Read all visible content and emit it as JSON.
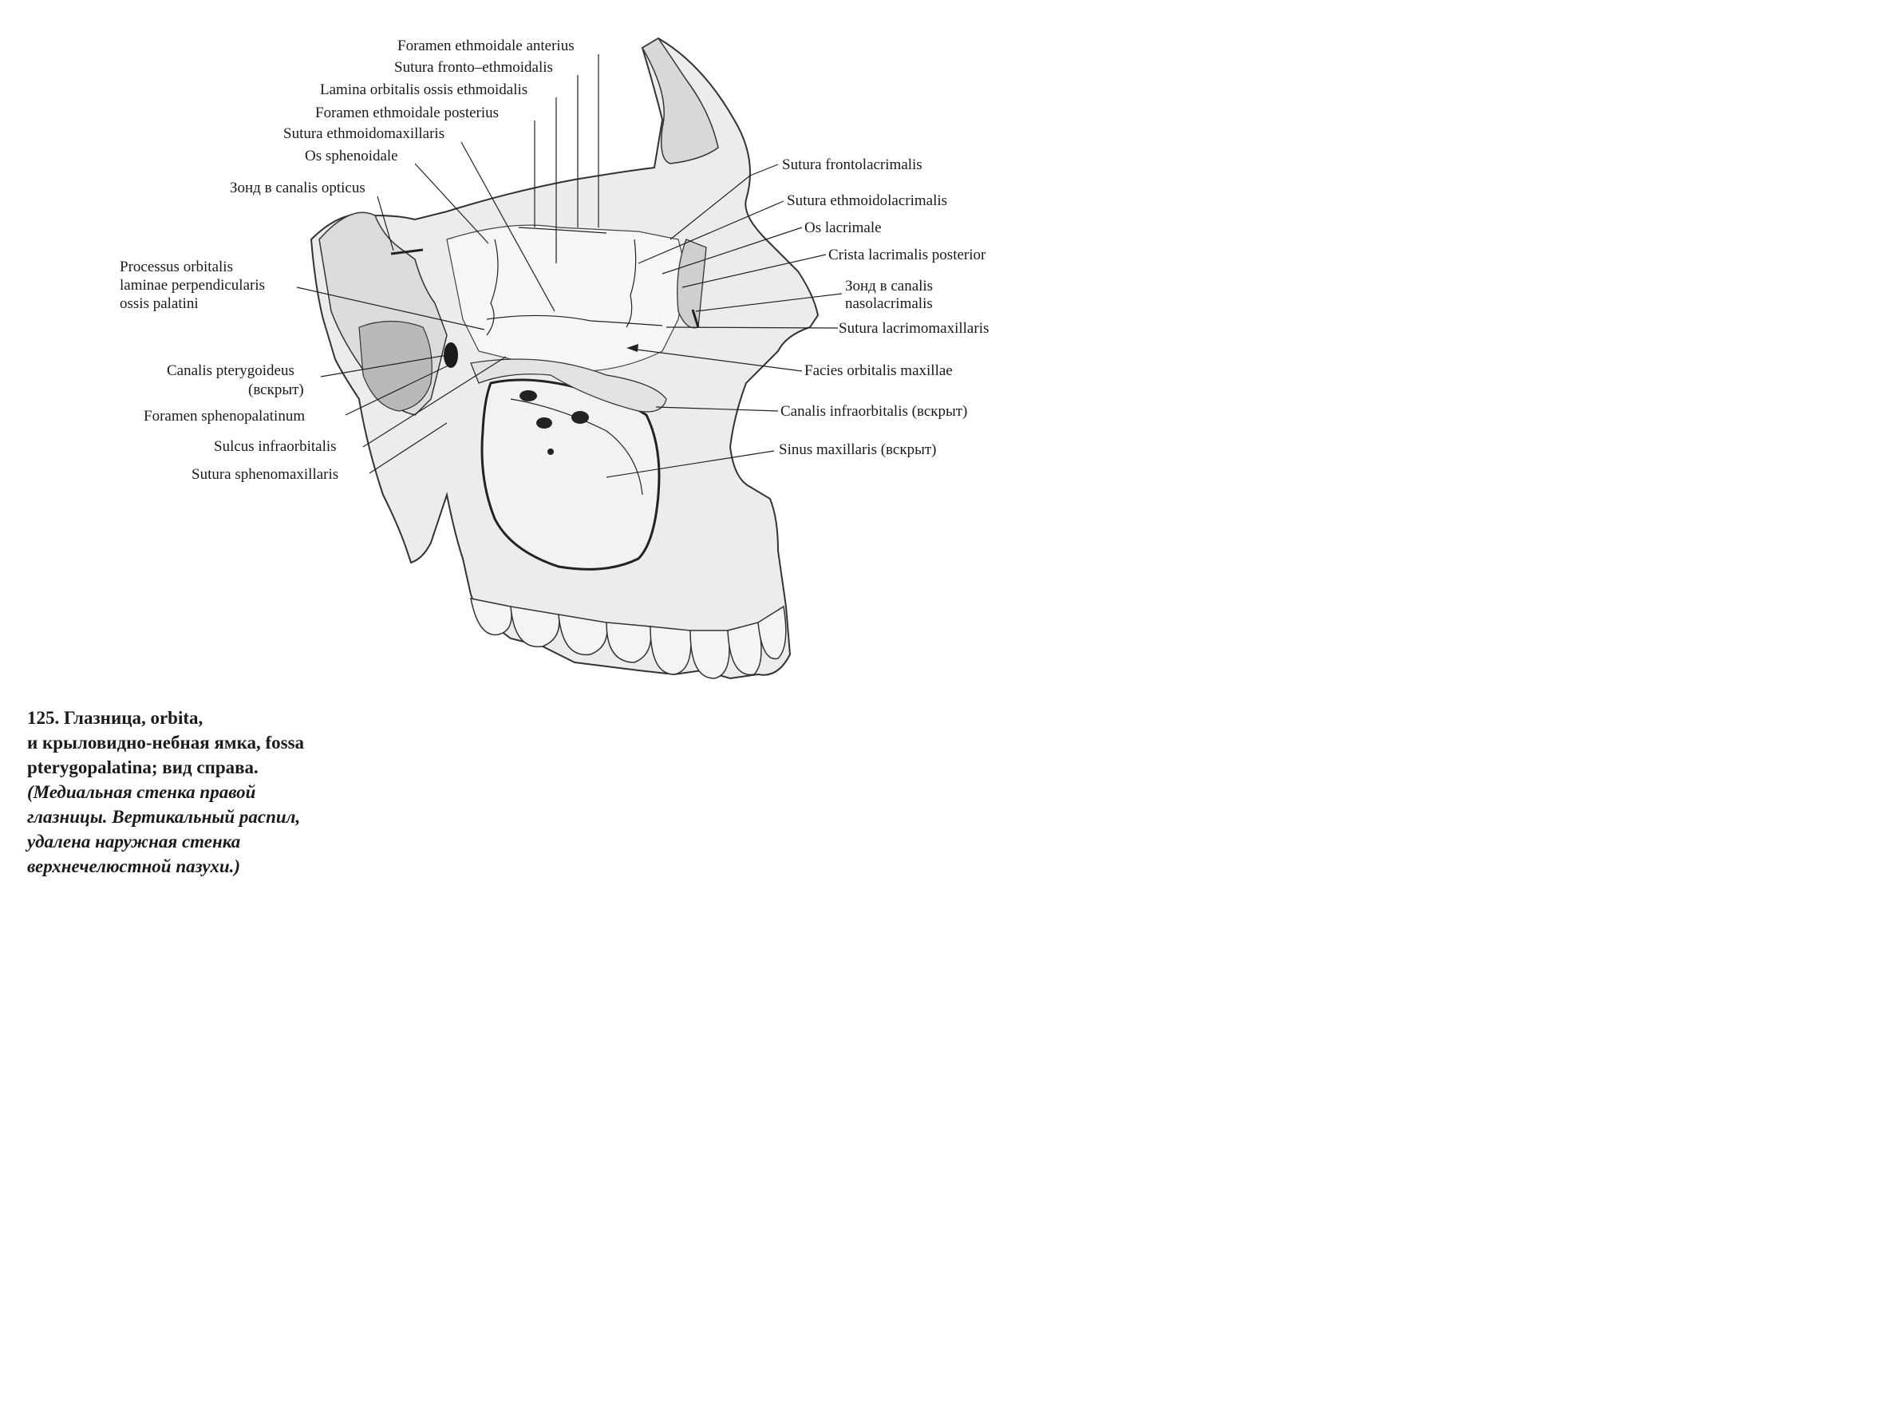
{
  "labels": {
    "foramen_ethmoidale_anterius": "Foramen ethmoidale anterius",
    "sutura_fronto_ethmoidalis": "Sutura fronto–ethmoidalis",
    "lamina_orbitalis": "Lamina orbitalis ossis ethmoidalis",
    "foramen_ethmoidale_posterius": "Foramen ethmoidale posterius",
    "sutura_ethmoidomaxillaris": "Sutura ethmoidomaxillaris",
    "os_sphenoidale": "Os sphenoidale",
    "zond_opticus": "Зонд в canalis opticus",
    "processus_orbitalis_1": "Processus orbitalis",
    "processus_orbitalis_2": "laminae perpendicularis",
    "processus_orbitalis_3": "ossis palatini",
    "canalis_pterygoideus_1": "Canalis pterygoideus",
    "canalis_pterygoideus_2": "(вскрыт)",
    "foramen_sphenopalatinum": "Foramen sphenopalatinum",
    "sulcus_infraorbitalis": "Sulcus infraorbitalis",
    "sutura_sphenomaxillaris": "Sutura sphenomaxillaris",
    "sutura_frontolacrimalis": "Sutura frontolacrimalis",
    "sutura_ethmoidolacrimalis": "Sutura ethmoidolacrimalis",
    "os_lacrimale": "Os lacrimale",
    "crista_lacrimalis_posterior": "Crista lacrimalis posterior",
    "zond_nasolacrimalis_1": "Зонд в canalis",
    "zond_nasolacrimalis_2": "nasolacrimalis",
    "sutura_lacrimomaxillaris": "Sutura lacrimomaxillaris",
    "facies_orbitalis": "Facies orbitalis maxillae",
    "canalis_infraorbitalis": "Canalis infraorbitalis (вскрыт)",
    "sinus_maxillaris": "Sinus maxillaris (вскрыт)"
  },
  "caption": {
    "line1": "125. Глазница, orbita,",
    "line2": "и крыловидно-небная ямка, fossa",
    "line3": "pterygopalatina; вид справа.",
    "line4": "(Медиальная стенка правой",
    "line5": "глазницы. Вертикальный распил,",
    "line6": "удалена наружная стенка",
    "line7": "верхнечелюстной пазухи.)"
  }
}
